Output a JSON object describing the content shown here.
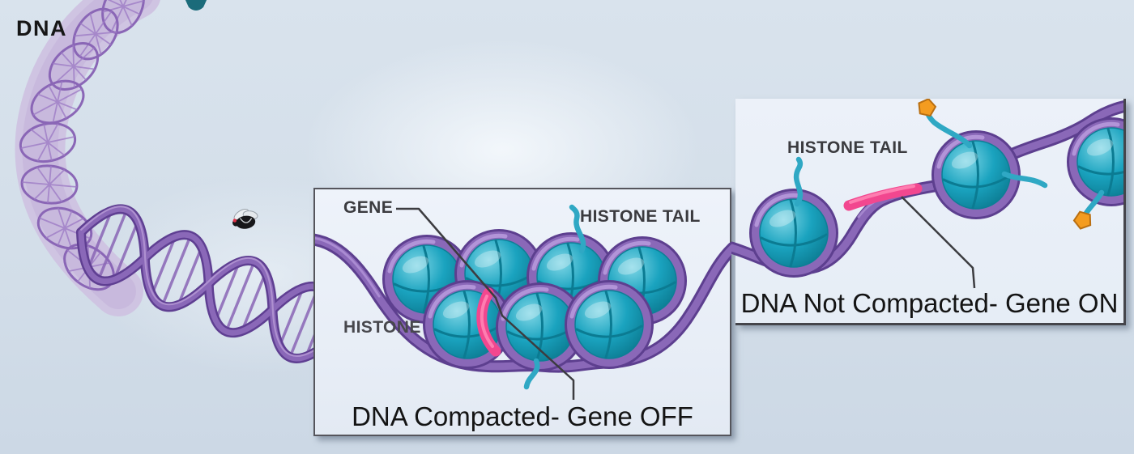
{
  "diagram": {
    "dna_label": "DNA",
    "left_panel": {
      "gene_label": "GENE",
      "histone_tail_label": "HISTONE TAIL",
      "histone_label": "HISTONE",
      "caption": "DNA Compacted- Gene OFF",
      "nucleosome_count": 7
    },
    "right_panel": {
      "histone_tail_label": "HISTONE TAIL",
      "caption": "DNA Not Compacted- Gene ON",
      "nucleosome_count": 3,
      "acetyl_mark_count": 2
    },
    "colors": {
      "background": "#d6e0ea",
      "panel_fill": "#eaf0f8",
      "panel_border": "#4a4a4f",
      "dna_strand_purple": "#7a57a8",
      "chromatin_band": "#cdc0e1",
      "histone_teal": "#17a0bc",
      "gene_pink": "#f2478f",
      "acetyl_orange": "#f49c20",
      "label_text": "#3b3b3f",
      "caption_text": "#141414"
    }
  }
}
